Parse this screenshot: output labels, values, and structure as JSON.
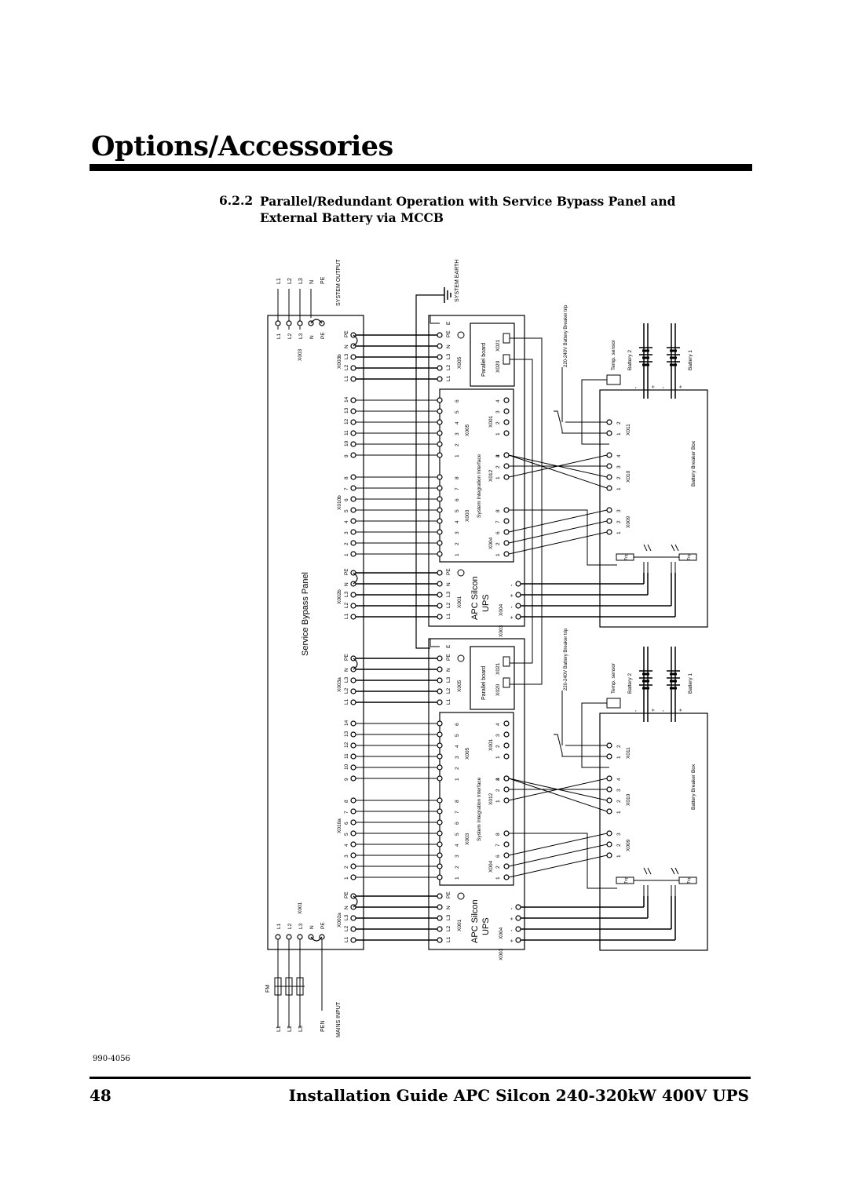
{
  "header": {
    "chapter_title": "Options/Accessories"
  },
  "section": {
    "number": "6.2.2",
    "title": "Parallel/Redundant Operation with Service Bypass Panel and External Battery via MCCB"
  },
  "diagram": {
    "system_output": "SYSTEM OUTPUT",
    "system_earth": "SYSTEM EARTH",
    "mains_input": "MAINS INPUT",
    "service_bypass_panel": "Service Bypass Panel",
    "fm": "FM",
    "pen": "PEN",
    "output_lines": [
      "L1",
      "L2",
      "L3",
      "N",
      "PE"
    ],
    "input_lines": [
      "L1",
      "L2",
      "L3"
    ],
    "sbp_x003_labels": [
      "L1",
      "L2",
      "L3",
      "N",
      "PE"
    ],
    "terminal_x003": "X003",
    "terminal_x001": "X001",
    "terminal_x003b": "X003b",
    "terminal_x002b": "X002b",
    "terminal_x010b": "X010b",
    "terminal_x003a": "X003a",
    "terminal_x002a": "X002a",
    "terminal_x010a": "X010a",
    "x010_numbers": [
      "1",
      "2",
      "3",
      "4",
      "5",
      "6",
      "7",
      "8",
      "9",
      "10",
      "11",
      "12",
      "13",
      "14"
    ],
    "power_labels": [
      "L1",
      "L2",
      "L3",
      "N",
      "PE"
    ],
    "ups_title_1": "APC Silcon",
    "ups_title_2": "UPS",
    "ups_x001": "X001",
    "ups_x005": "X005",
    "ups_x004": "X004",
    "ups_x003": "X003",
    "ups_e": "E",
    "parallel_board": "Parallel board",
    "x020": "X020",
    "x021": "X021",
    "sii": "System Integration Interface",
    "x012": "X012",
    "x001": "X001",
    "x003": "X003",
    "x004": "X004",
    "x005": "X005",
    "trip_label": "220-240V Battery Breaker trip",
    "temp_sensor": "Temp. sensor",
    "battery_2": "Battery 2",
    "battery_1": "Battery 1",
    "battery_breaker_box": "Battery Breaker Box",
    "x011": "X011",
    "x010": "X010",
    "x009": "X009",
    "plus": "+",
    "minus": "-",
    "trip_box_text": "Trip"
  },
  "footer": {
    "drawing_number": "990-4056",
    "page_number": "48",
    "doc_title": "Installation Guide APC Silcon 240-320kW 400V UPS"
  }
}
